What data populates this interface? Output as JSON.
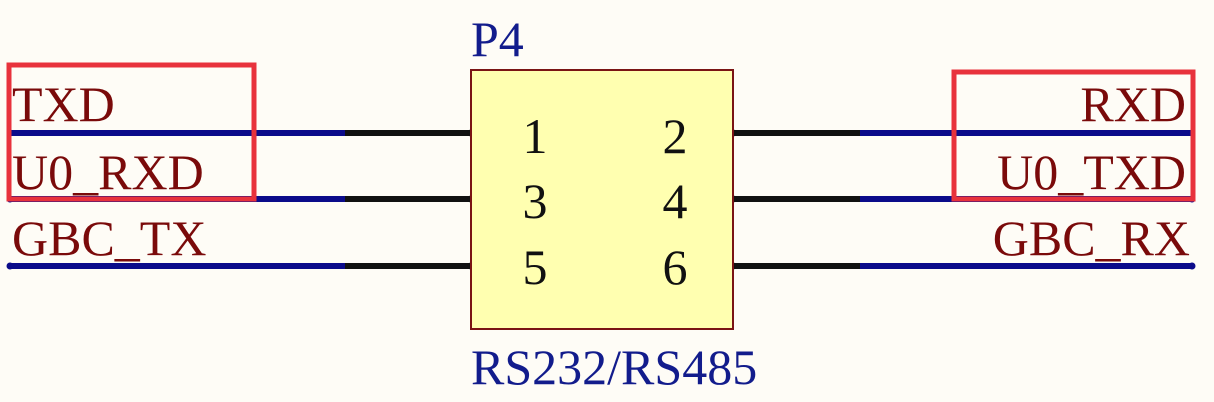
{
  "colors": {
    "background": "#fefcf6",
    "wire": "#0b0b8a",
    "pin_line": "#111111",
    "net_label": "#7a0a0a",
    "part_text": "#121c8c",
    "body_fill": "#ffffb0",
    "body_stroke": "#7a1414",
    "highlight": "#e8323c"
  },
  "component": {
    "designator": "P4",
    "comment": "RS232/RS485",
    "pins": {
      "p1": "1",
      "p2": "2",
      "p3": "3",
      "p4": "4",
      "p5": "5",
      "p6": "6"
    }
  },
  "nets": {
    "left": {
      "txd": "TXD",
      "u0_rxd": "U0_RXD",
      "gbc_tx": "GBC_TX"
    },
    "right": {
      "rxd": "RXD",
      "u0_txd": "U0_TXD",
      "gbc_rx": "GBC_RX"
    }
  }
}
